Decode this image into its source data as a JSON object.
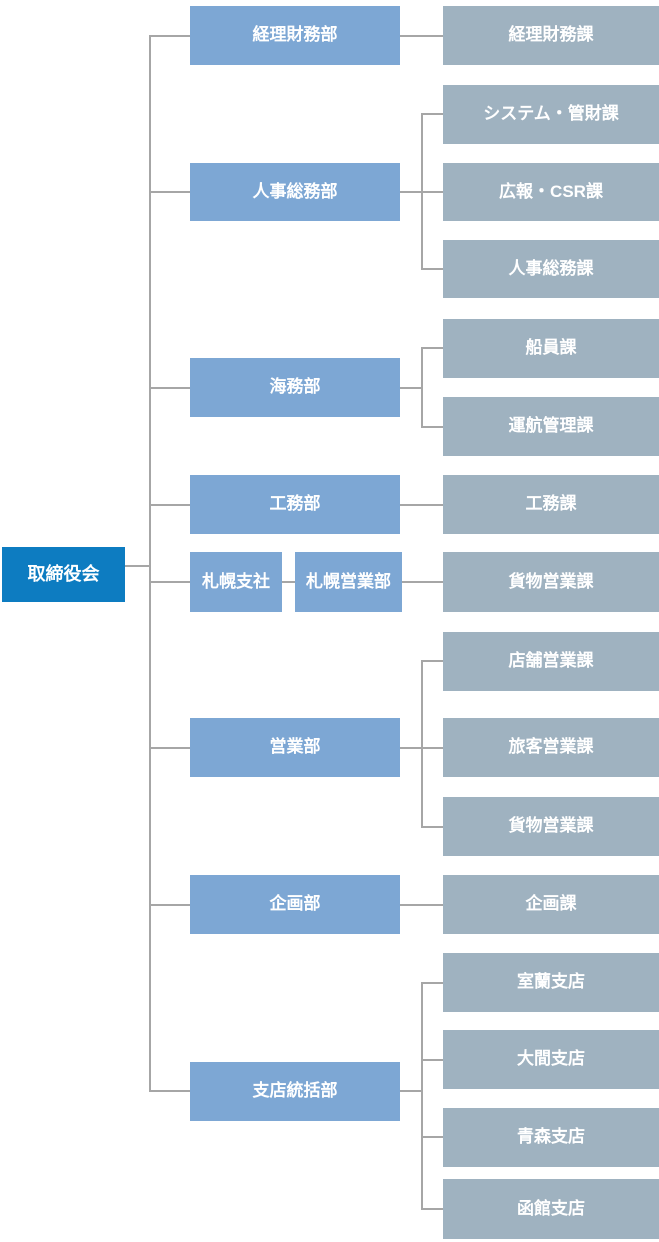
{
  "diagram": {
    "type": "org-chart",
    "root": {
      "label": "取締役会"
    },
    "departments": [
      {
        "label": "経理財務部",
        "children": [
          {
            "label": "経理財務課"
          }
        ]
      },
      {
        "label": "人事総務部",
        "children": [
          {
            "label": "システム・管財課"
          },
          {
            "label": "広報・CSR課"
          },
          {
            "label": "人事総務課"
          }
        ]
      },
      {
        "label": "海務部",
        "children": [
          {
            "label": "船員課"
          },
          {
            "label": "運航管理課"
          }
        ]
      },
      {
        "label": "工務部",
        "children": [
          {
            "label": "工務課"
          }
        ]
      },
      {
        "label": "札幌支社",
        "sub_department": {
          "label": "札幌営業部"
        },
        "children": [
          {
            "label": "貨物営業課"
          }
        ]
      },
      {
        "label": "営業部",
        "children": [
          {
            "label": "店舗営業課"
          },
          {
            "label": "旅客営業課"
          },
          {
            "label": "貨物営業課"
          }
        ]
      },
      {
        "label": "企画部",
        "children": [
          {
            "label": "企画課"
          }
        ]
      },
      {
        "label": "支店統括部",
        "children": [
          {
            "label": "室蘭支店"
          },
          {
            "label": "大間支店"
          },
          {
            "label": "青森支店"
          },
          {
            "label": "函館支店"
          }
        ]
      }
    ],
    "colors": {
      "root": "#0d7cc1",
      "department": "#7da7d4",
      "section": "#9fb2c0",
      "connector": "#a6a6a6",
      "text": "#ffffff",
      "background": "#ffffff"
    }
  }
}
